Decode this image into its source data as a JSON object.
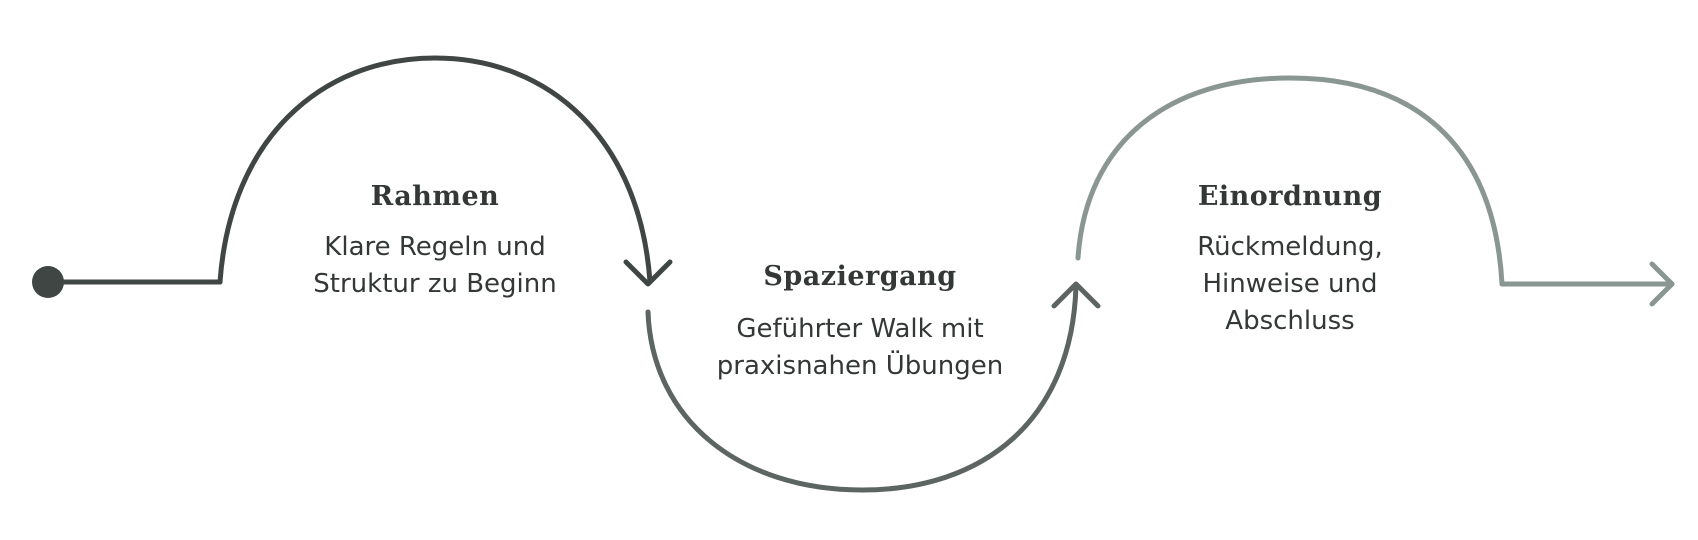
{
  "colors": {
    "stage1": "#404644",
    "stage2": "#5c6561",
    "stage3": "#8a9691",
    "text": "#333836"
  },
  "steps": [
    {
      "title": "Rahmen",
      "lines": [
        "Klare Regeln und",
        "Struktur zu Beginn"
      ]
    },
    {
      "title": "Spaziergang",
      "lines": [
        "Geführter Walk mit",
        "praxisnahen Übungen"
      ]
    },
    {
      "title": "Einordnung",
      "lines": [
        "Rückmeldung,",
        "Hinweise und",
        "Abschluss"
      ]
    }
  ]
}
